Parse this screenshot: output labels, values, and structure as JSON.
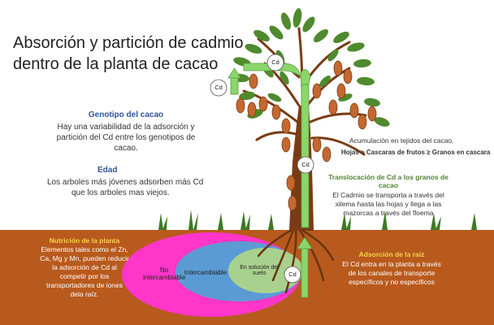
{
  "title_line1": "Absorción y partición de cadmio",
  "title_line2": "dentro  de la planta de cacao",
  "genotipo": {
    "heading": "Genotipo del cacao",
    "lines": [
      "Hay una variabilidad de la adsorción y",
      "partición del  Cd entre los genotipos de",
      "cacao."
    ]
  },
  "edad": {
    "heading": "Edad",
    "lines": [
      "Los arboles más jóvenes adsorben más Cd",
      "que los arboles mas viejos."
    ]
  },
  "nutricion": {
    "heading": "Nutrición de la planta",
    "lines": [
      "Elementos tales como el Zn,",
      "Ca, Mg y Mn, pueden reducir",
      "la adsorción de Cd al",
      "competir por los",
      "transportadores de iones",
      "dela raíz."
    ]
  },
  "zones": {
    "no_intercambiable": [
      "No",
      "intercambiable"
    ],
    "intercambiable": "Intercambiable",
    "en_solucion": [
      "En solución del",
      "suelo"
    ]
  },
  "acumulacion": {
    "line1": "Acumulación en tejidos del cacao.",
    "line2": "Hojas > Cascaras de frutos ≥ Granos en cascara"
  },
  "translocacion": {
    "heading_lines": [
      "Translocación de Cd a los granos de",
      "cacao"
    ],
    "lines": [
      "El Cadmio se transporta a través del",
      "xilema hasta las hojas y llega a las",
      "mazorcas a través del floema"
    ]
  },
  "adsorcion_raiz": {
    "heading": "Adsorción de la raíz",
    "lines": [
      "El Cd entra en la planta a través",
      "de los canales de transporte",
      "específicos y no específicos"
    ]
  },
  "cd_label": "Cd",
  "colors": {
    "soil": "#b85a1d",
    "magenta_zone": "#ff36c9",
    "blue_zone": "#5b9bd5",
    "green_zone": "#a9d18e",
    "arrow_green": "#8bd66a",
    "leaf": "#4f8a2e",
    "pod": "#c4682f",
    "branch": "#7a3b15"
  }
}
